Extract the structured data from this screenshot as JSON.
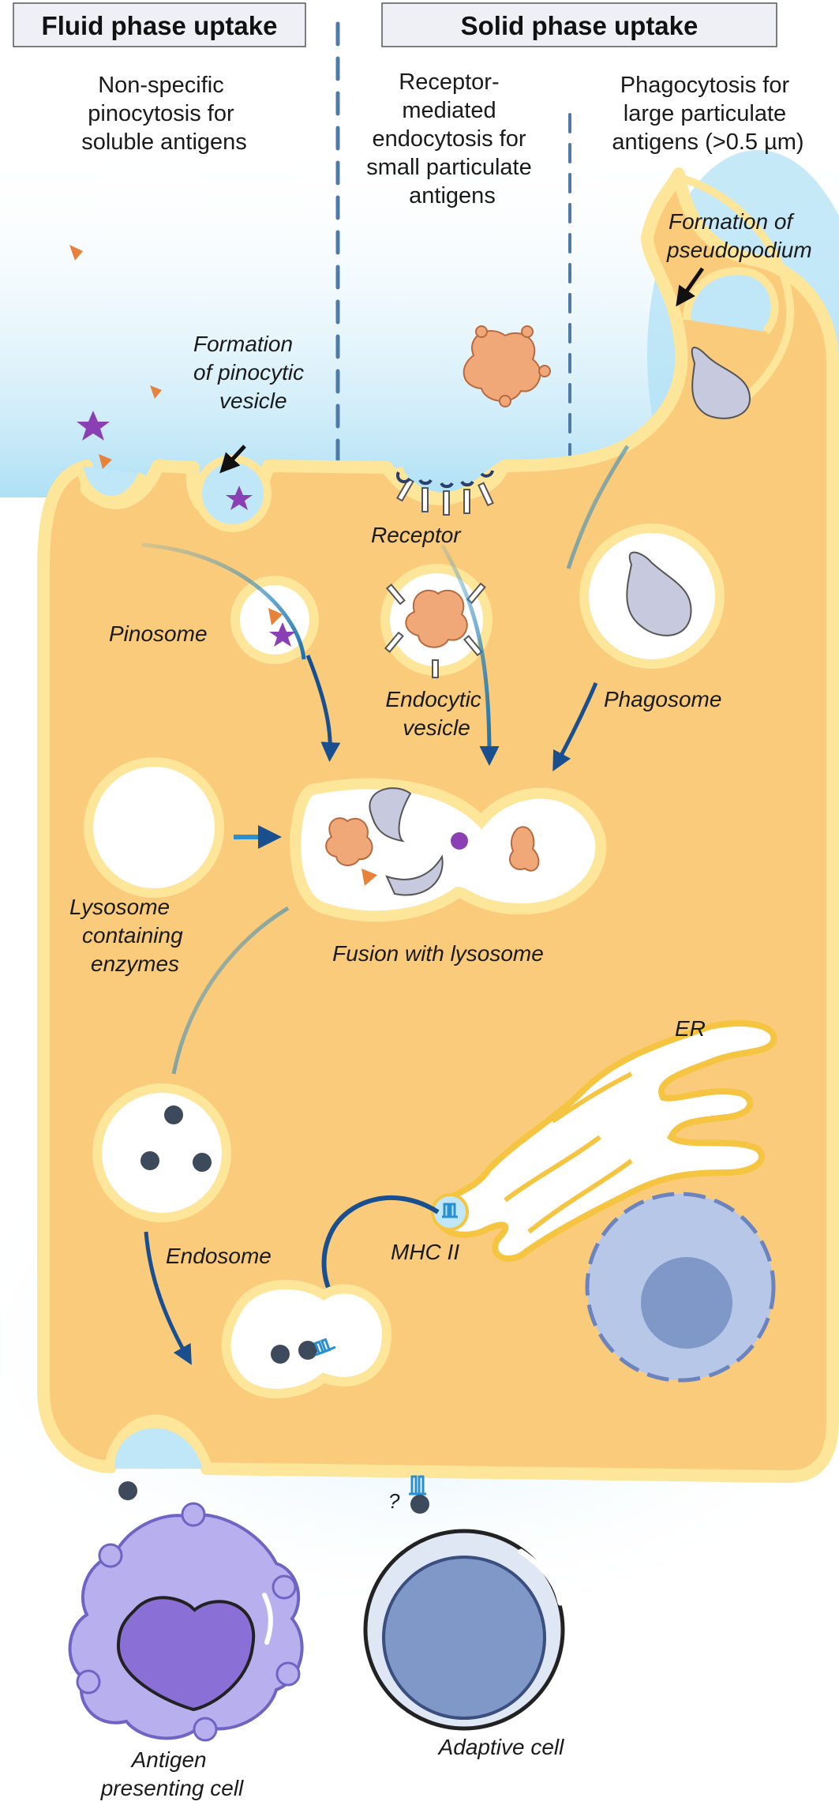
{
  "headers": {
    "fluid": "Fluid phase uptake",
    "solid": "Solid phase uptake"
  },
  "descriptions": {
    "pinocytosis": [
      "Non-specific",
      "pinocytosis for",
      "soluble antigens"
    ],
    "receptor": [
      "Receptor-",
      "mediated",
      "endocytosis for",
      "small particulate",
      "antigens"
    ],
    "phagocytosis": [
      "Phagocytosis for",
      "large particulate",
      "antigens (>0.5 µm)"
    ]
  },
  "labels": {
    "pseudopodium": [
      "Formation of",
      "pseudopodium"
    ],
    "pinocytic_vesicle": [
      "Formation",
      "of pinocytic",
      "vesicle"
    ],
    "receptor": "Receptor",
    "pinosome": "Pinosome",
    "endocytic_vesicle": [
      "Endocytic",
      "vesicle"
    ],
    "phagosome": "Phagosome",
    "lysosome": [
      "Lysosome",
      "containing",
      "enzymes"
    ],
    "fusion": "Fusion with lysosome",
    "er": "ER",
    "endosome": "Endosome",
    "mhc": "MHC II",
    "question": "?",
    "apc": [
      "Antigen",
      "presenting cell"
    ],
    "adaptive": "Adaptive cell"
  },
  "colors": {
    "cytoplasm": "#fbcb7c",
    "membrane": "#fde59a",
    "fluid": "#bfe7f7",
    "arrow": "#1a4f8f",
    "antigen_orange": "#e8823a",
    "star_purple": "#8a3fb5",
    "particle": "#f0a878",
    "apc": "#b8b0ee",
    "nucleus_apc": "#8a6fd6",
    "adaptive": "#7f98c8"
  }
}
